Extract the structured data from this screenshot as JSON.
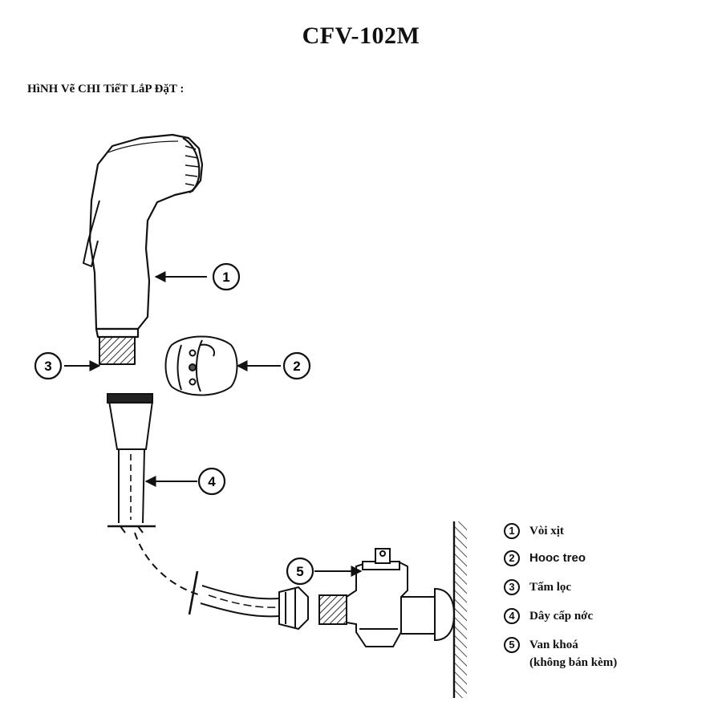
{
  "title": "CFV-102M",
  "subtitle": "HìNH Vẽ CHI TiếT LắP ĐặT :",
  "callouts": [
    "1",
    "2",
    "3",
    "4",
    "5"
  ],
  "legend": [
    {
      "num": "1",
      "label": "Vòi xịt"
    },
    {
      "num": "2",
      "label": "Hooc treo"
    },
    {
      "num": "3",
      "label": "Tấm lọc"
    },
    {
      "num": "4",
      "label": "Dây cấp nớc"
    },
    {
      "num": "5",
      "label": "Van khoá",
      "note": "(không bán kèm)"
    }
  ]
}
